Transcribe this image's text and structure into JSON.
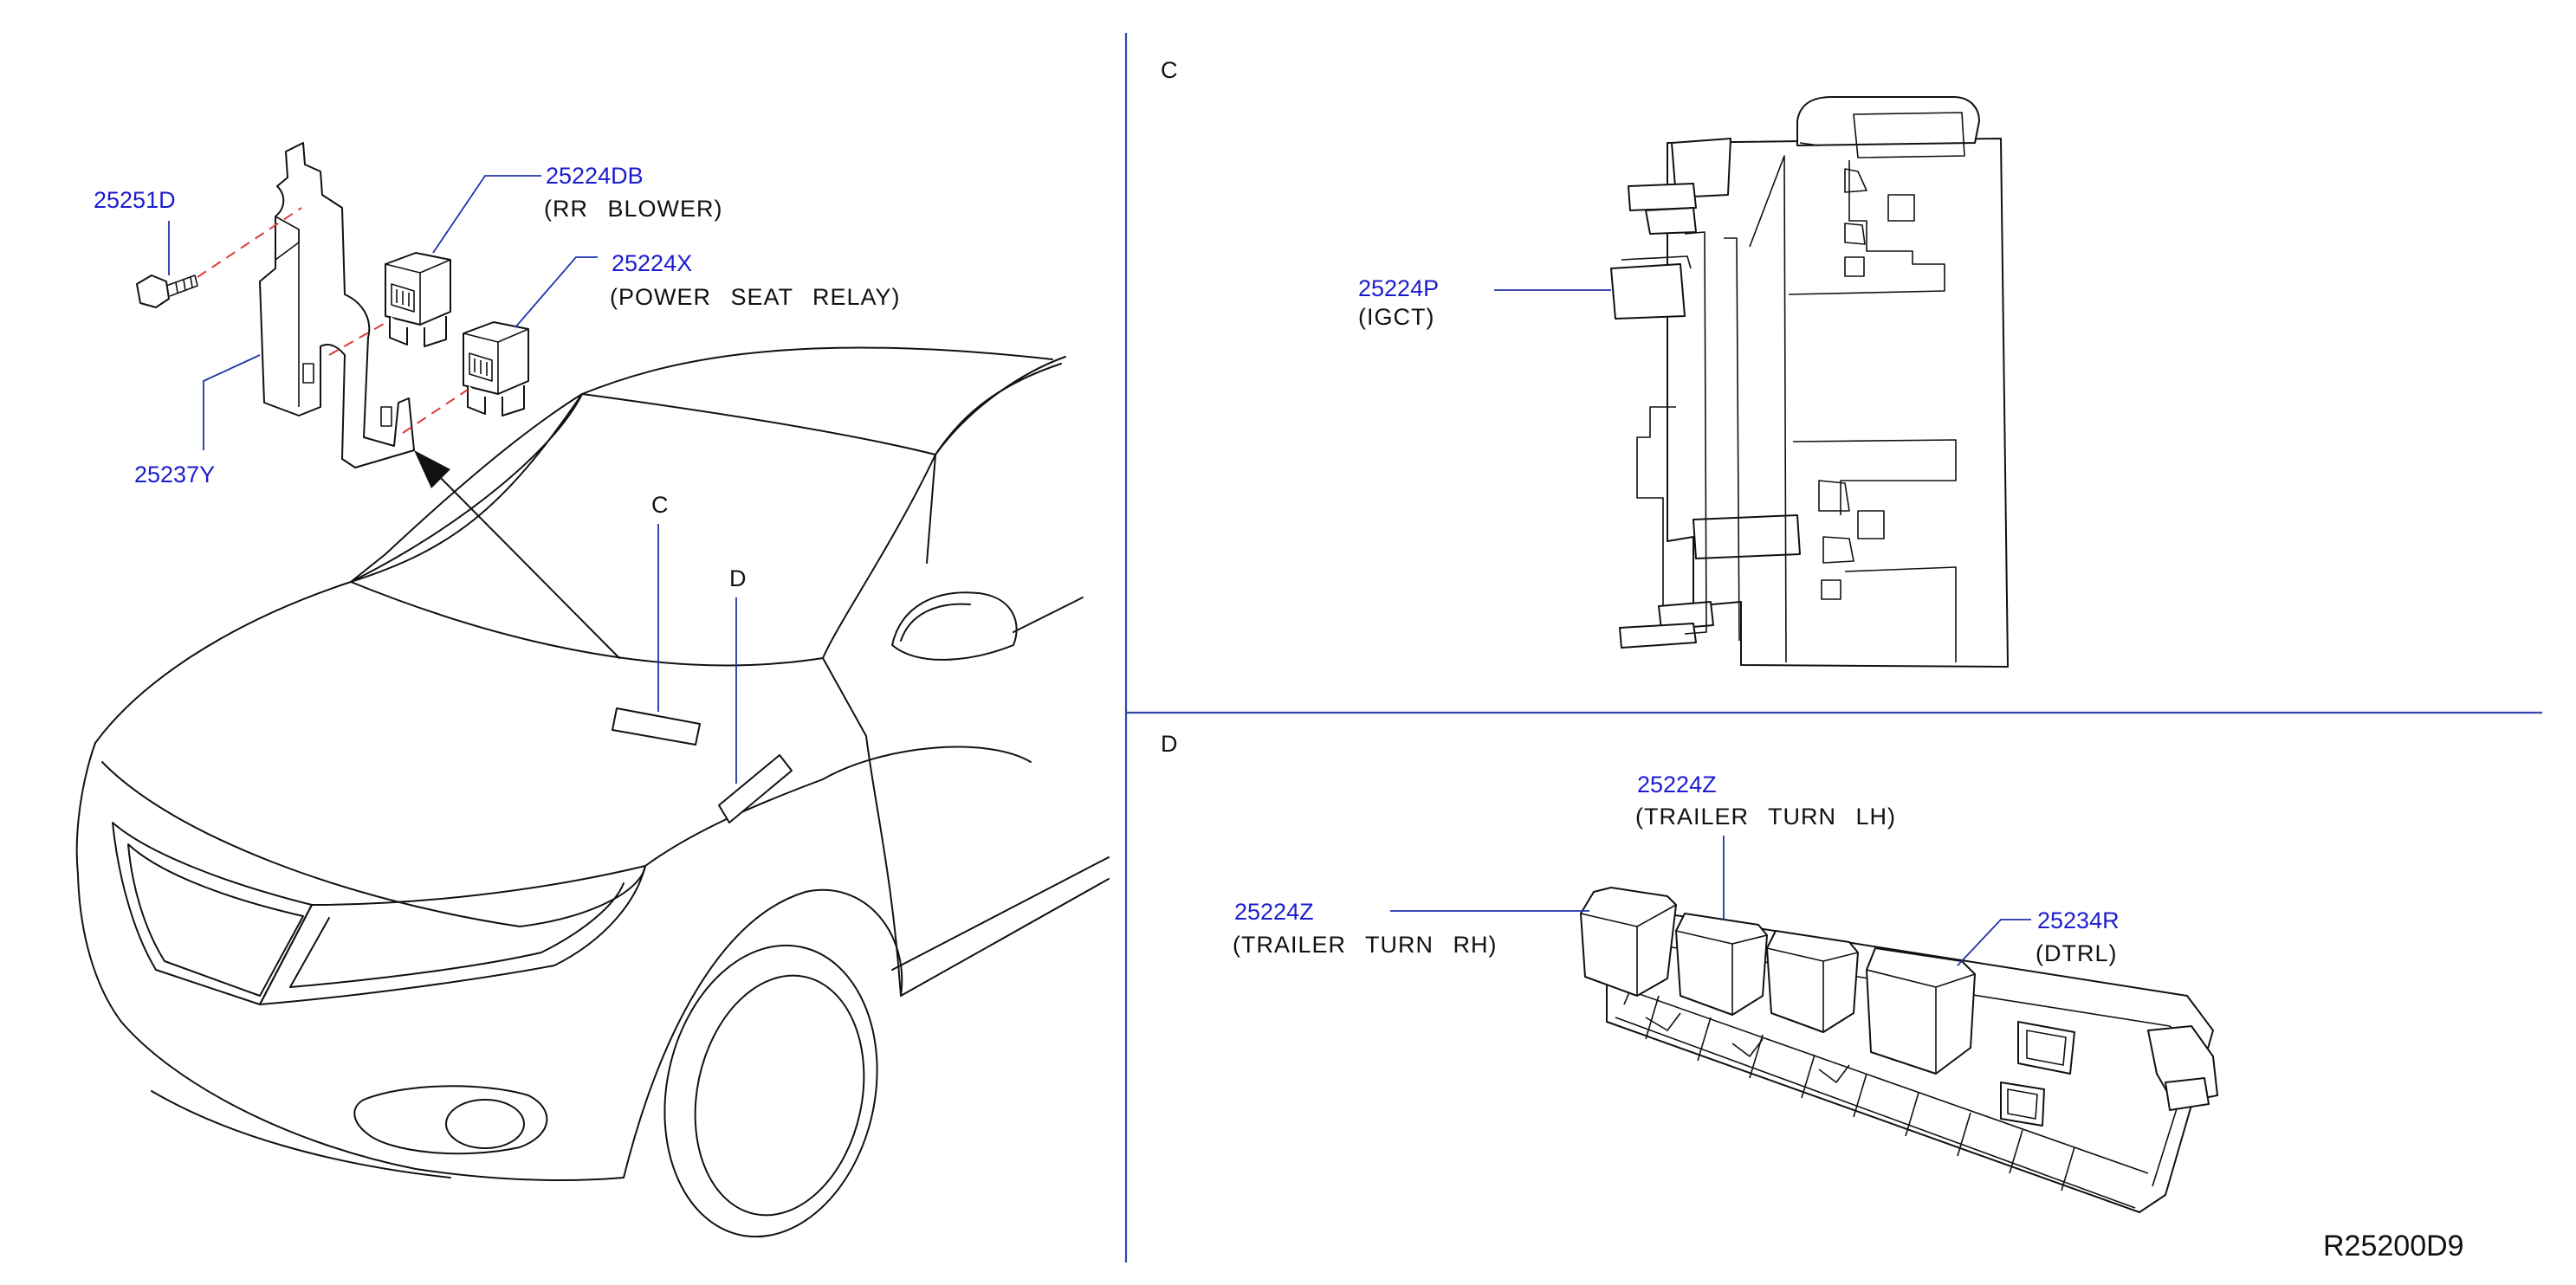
{
  "sections": {
    "c_label": "C",
    "d_label": "D"
  },
  "overview": {
    "callout_c": "C",
    "callout_d": "D",
    "parts": [
      {
        "number": "25251D",
        "desc": ""
      },
      {
        "number": "25224DB",
        "desc": "(RR BLOWER)"
      },
      {
        "number": "25224X",
        "desc": "(POWER SEAT RELAY)"
      },
      {
        "number": "25237Y",
        "desc": ""
      }
    ]
  },
  "view_c": {
    "parts": [
      {
        "number": "25224P",
        "desc": "(IGCT)"
      }
    ]
  },
  "view_d": {
    "parts": [
      {
        "number": "25224Z",
        "desc": "(TRAILER TURN LH)"
      },
      {
        "number": "25224Z",
        "desc": "(TRAILER TURN RH)"
      },
      {
        "number": "25234R",
        "desc": "(DTRL)"
      }
    ]
  },
  "diagram_code": "R25200D9",
  "colors": {
    "part_number": "#1c1ccf",
    "leader": "#2233aa",
    "dashed_leader": "#e03a3a",
    "line": "#111111"
  }
}
